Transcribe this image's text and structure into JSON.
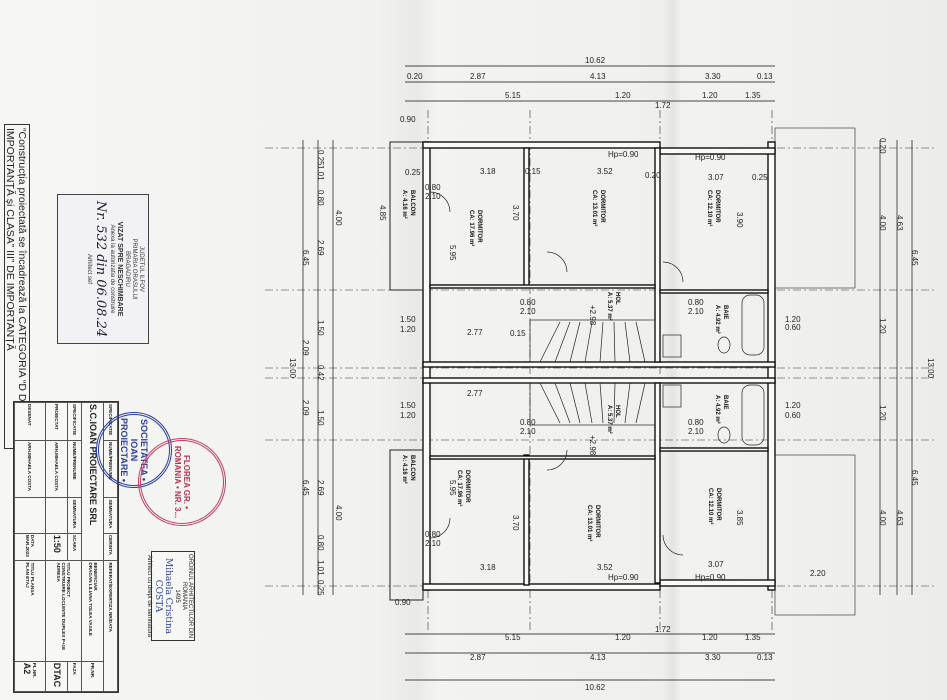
{
  "notice": "“Construcția proiectată se încadrează la CATEGORIA “D DE IMPORTANȚĂ și CLASA” III” DE IMPORTANȚĂ",
  "vizat_stamp": {
    "line1": "JUDETUL ILFOV",
    "line2": "PRIMARIA ORASULUI",
    "line3": "BRAGADIRU",
    "line4": "VIZAT SPRE NESCHIMBARE",
    "line5": "Anexa la autorizatia de construire",
    "number": "Nr. 532 din 06.08.24",
    "line6": "Arhitect sef"
  },
  "round_stamps": {
    "company": "SOCIETATEA • IOAN PROIECTARE •",
    "architect": "FLOREA GR. • ROMANIA • NR. 3..."
  },
  "architect_stamp": {
    "line1": "ORDINUL ARHITECTILOR DIN ROMANIA",
    "number": "1495",
    "name": "Mihaela Cristina COSTA",
    "line2": "Arhitect cu drept de semnatura"
  },
  "title_block": {
    "h_spec": "SPECIFICATIE",
    "h_name": "NUME/PRENUME",
    "h_sign": "SEMNATURA",
    "h_req": "CERINTA",
    "h_ref": "REFERAT/EXPERTIZA NR/DATA",
    "company": "S.C.IOAN PROIECTARE SRL",
    "beneficiary_label": "BENEFICIAR",
    "beneficiary": "DRAGAN LILIANA TOLEA VASILE",
    "pr_nr": "PR.NR.",
    "h_scale": "SCARA",
    "project_title_label": "TITLU PROIECT",
    "project_title": "CONSTRUIRE LOCUINTE DUPLEX P+1E",
    "address_label": "ADRESA",
    "phase_label": "FAZA",
    "designed_label": "PROIECTAT",
    "designed_by": "ARH.MIHAELA COSTA",
    "scale": "1:50",
    "phase": "DTAC",
    "drawn_label": "DESENAT",
    "drawn_by": "ARH.MIHAELA COSTA",
    "date_label": "DATA",
    "date": "MAR.2023",
    "sheet_title_label": "TITLU PLANSA",
    "sheet_title": "PLAN ETAJ",
    "sheet_nr_label": "PL.NR.",
    "sheet_nr": "A2"
  },
  "rooms": [
    {
      "name": "DORMITOR",
      "area": "CA: 17.96 m²"
    },
    {
      "name": "DORMITOR",
      "area": "CA: 13.01 m²"
    },
    {
      "name": "DORMITOR",
      "area": "CA: 12.10 m²"
    },
    {
      "name": "HOL",
      "area": "A: 5.37 m²"
    },
    {
      "name": "BAIE",
      "area": "A: 4.92 m²"
    },
    {
      "name": "BALCON",
      "area": "A: 4.16 m²"
    },
    {
      "name": "DORMITOR",
      "area": "CA: 17.96 m²"
    },
    {
      "name": "DORMITOR",
      "area": "CA: 13.01 m²"
    },
    {
      "name": "DORMITOR",
      "area": "CA: 12.10 m²"
    },
    {
      "name": "HOL",
      "area": "A: 5.37 m²"
    },
    {
      "name": "BAIE",
      "area": "A: 4.92 m²"
    },
    {
      "name": "BALCON",
      "area": "A: 4.16 m²"
    }
  ],
  "dims": {
    "total": "10.62",
    "row2": [
      "0.20",
      "2.87",
      "4.13",
      "3.30",
      "0.13"
    ],
    "row3": [
      "5.15",
      "1.20",
      "1.72",
      "1.20",
      "1.35"
    ],
    "left": [
      "0.25",
      "1.01",
      "0.80",
      "2.69",
      "1.50",
      "2.09",
      "0.42",
      "2.09",
      "1.50",
      "2.69",
      "0.80",
      "1.01",
      "0.25"
    ],
    "left_mid": [
      "4.00",
      "6.45",
      "13.00",
      "6.45",
      "4.00"
    ],
    "right": [
      "0.20",
      "4.00",
      "4.63",
      "6.45",
      "1.20",
      "13.00",
      "1.20",
      "6.45",
      "4.63",
      "4.00"
    ],
    "inner": [
      "3.18",
      "0.15",
      "3.52",
      "0.20",
      "3.07",
      "0.25",
      "2.77",
      "0.15",
      "0.25",
      "0.90",
      "4.85",
      "5.95",
      "3.70",
      "3.90",
      "3.85",
      "2.20",
      "0.60"
    ],
    "doors": [
      "0.80",
      "2.10"
    ],
    "windows": [
      "1.50",
      "1.20",
      "1.20",
      "0.60",
      "Hp=0.90"
    ],
    "level": "+2.98"
  }
}
